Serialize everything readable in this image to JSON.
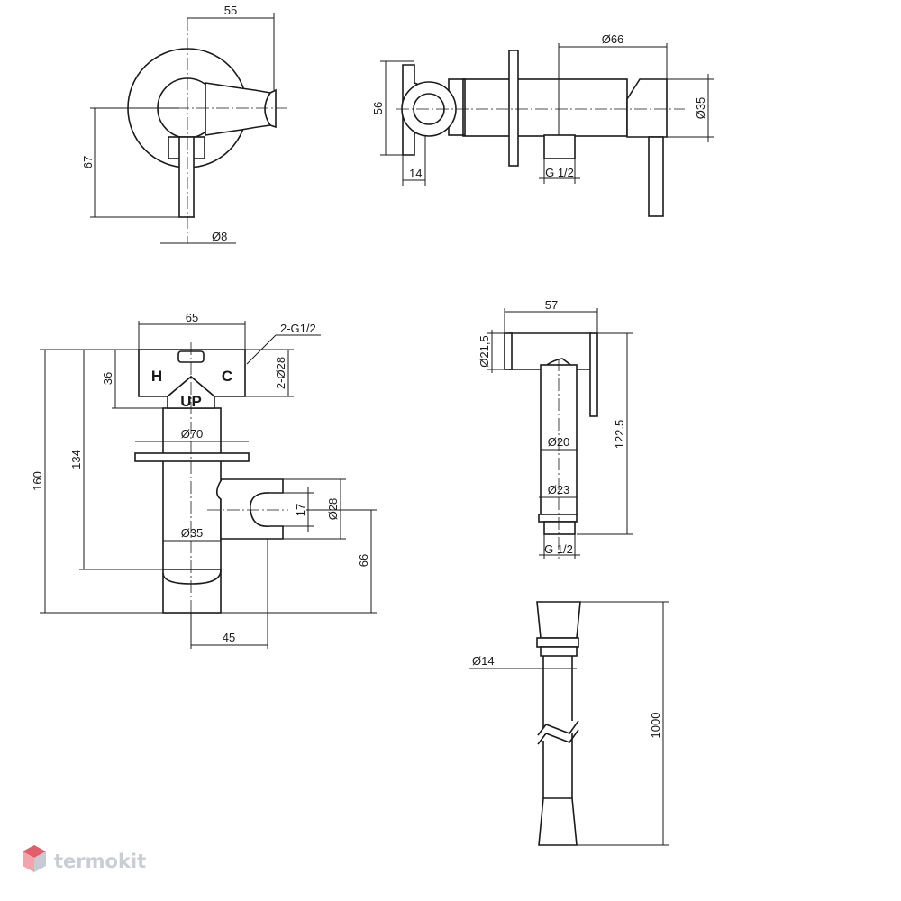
{
  "top_left_view": {
    "dims": {
      "width": "55",
      "height": "67",
      "lever_diameter": "Ø8"
    }
  },
  "top_right_view": {
    "dims": {
      "flange": "Ø66",
      "height": "56",
      "depth": "14",
      "thread": "G 1/2",
      "body": "Ø35"
    }
  },
  "front_view": {
    "labels": {
      "hot": "H",
      "cold": "C",
      "up": "UP"
    },
    "dims": {
      "width": "65",
      "inlet": "2-G1/2",
      "inlet_diameter": "2-Ø28",
      "top_height": "36",
      "flange": "Ø70",
      "body": "Ø35",
      "total_height": "160",
      "inner_height": "134",
      "holder_diameter": "Ø28",
      "holder_gap": "17",
      "holder_height": "66",
      "holder_offset": "45"
    }
  },
  "sprayer_view": {
    "dims": {
      "length": "57",
      "head_diameter": "Ø21,5",
      "height": "122.5",
      "grip": "Ø20",
      "base": "Ø23",
      "thread": "G 1/2"
    }
  },
  "hose_view": {
    "dims": {
      "diameter": "Ø14",
      "length": "1000"
    }
  },
  "brand": {
    "name": "termokit",
    "colors": {
      "logo_top": "#e35d6a",
      "logo_left": "#f2a3ab",
      "logo_right": "#c5cad3",
      "text": "#c9cdd4"
    }
  }
}
